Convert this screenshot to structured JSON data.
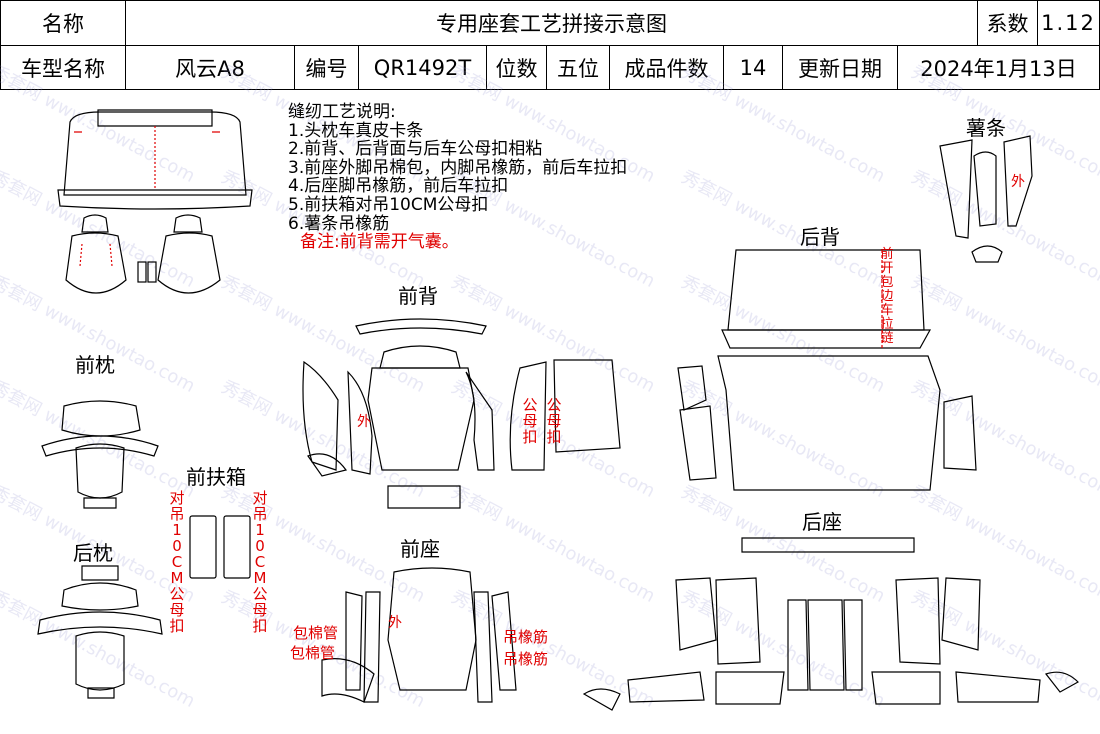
{
  "header": {
    "name_label": "名称",
    "title": "专用座套工艺拼接示意图",
    "coef_label": "系数",
    "coef_value": "1.12",
    "model_label": "车型名称",
    "model_value": "风云A8",
    "code_label": "编号",
    "code_value": "QR1492T",
    "seats_label": "位数",
    "seats_value": "五位",
    "pieces_label": "成品件数",
    "pieces_value": "14",
    "date_label": "更新日期",
    "date_value": "2024年1月13日"
  },
  "notes": {
    "title": "缝纫工艺说明:",
    "items": [
      "1.头枕车真皮卡条",
      "2.前背、后背面与后车公母扣相粘",
      "3.前座外脚吊棉包，内脚吊橡筋，前后车拉扣",
      "4.后座脚吊橡筋，前后车拉扣",
      "5.前扶箱对吊10CM公母扣",
      "6.薯条吊橡筋"
    ],
    "remark": "备注:前背需开气囊。"
  },
  "sections": {
    "front_headrest": "前枕",
    "rear_headrest": "后枕",
    "front_armrest": "前扶箱",
    "front_back": "前背",
    "front_seat": "前座",
    "rear_back": "后背",
    "rear_seat": "后座",
    "fries_strip": "薯条"
  },
  "annotations": {
    "outer": "外",
    "male": "公母扣",
    "armrest_pair": "对吊10CM公母扣",
    "cotton": "包棉管",
    "elastic": "吊橡筋",
    "zipper": "前开包边车拉链"
  },
  "watermark": "秀套网 www.showtao.com"
}
